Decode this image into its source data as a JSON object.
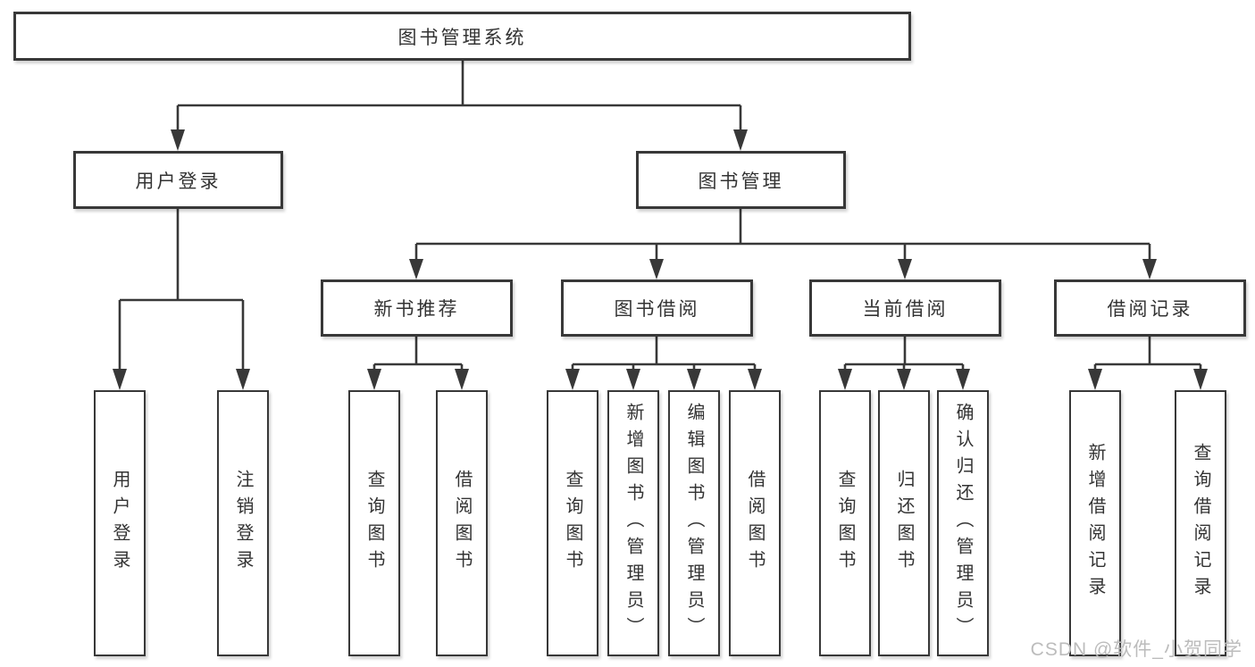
{
  "tree": {
    "root": {
      "label": "图书管理系统"
    },
    "branches": [
      {
        "label": "用户登录",
        "children": [
          {
            "label": "用户登录"
          },
          {
            "label": "注销登录"
          }
        ]
      },
      {
        "label": "图书管理",
        "children": [
          {
            "label": "新书推荐",
            "children": [
              {
                "label": "查询图书"
              },
              {
                "label": "借阅图书"
              }
            ]
          },
          {
            "label": "图书借阅",
            "children": [
              {
                "label": "查询图书"
              },
              {
                "label": "新增图书（管理员）"
              },
              {
                "label": "编辑图书（管理员）"
              },
              {
                "label": "借阅图书"
              }
            ]
          },
          {
            "label": "当前借阅",
            "children": [
              {
                "label": "查询图书"
              },
              {
                "label": "归还图书"
              },
              {
                "label": "确认归还（管理员）"
              }
            ]
          },
          {
            "label": "借阅记录",
            "children": [
              {
                "label": "新增借阅记录"
              },
              {
                "label": "查询借阅记录"
              }
            ]
          }
        ]
      }
    ]
  },
  "watermark": {
    "text": "CSDN @软件_小贺同学"
  },
  "colors": {
    "line": "#383838",
    "box_border": "#383838",
    "text": "#333333",
    "watermark": "#bcbcbc",
    "background": "#ffffff"
  }
}
